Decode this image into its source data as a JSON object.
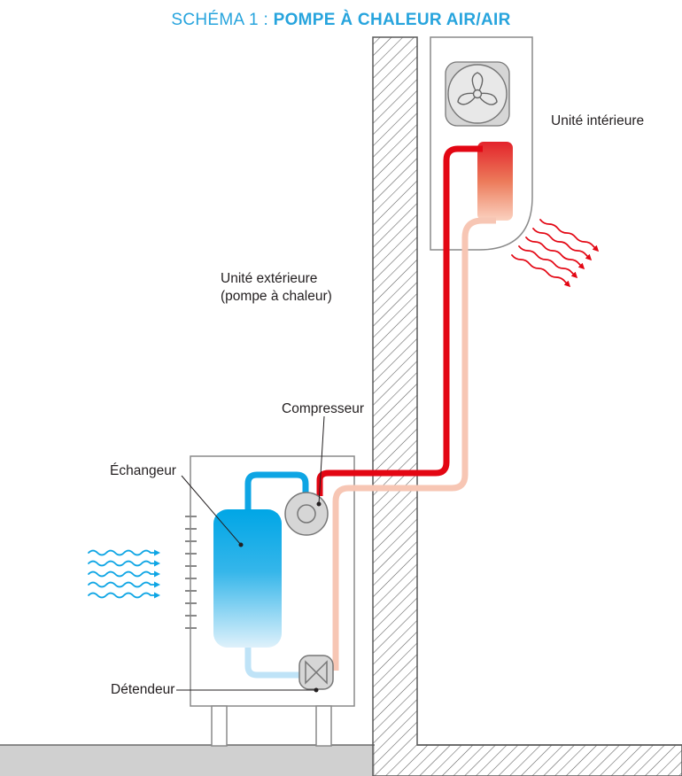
{
  "title": {
    "prefix": "SCHÉMA 1 : ",
    "main": "POMPE À CHALEUR AIR/AIR"
  },
  "labels": {
    "indoor_unit": "Unité intérieure",
    "outdoor_unit_line1": "Unité extérieure",
    "outdoor_unit_line2": "(pompe à chaleur)",
    "compressor": "Compresseur",
    "exchanger": "Échangeur",
    "expansion_valve": "Détendeur"
  },
  "colors": {
    "title": "#27a4dd",
    "hot_pipe": "#e30613",
    "warm_pipe": "#f7c6b4",
    "cold_pipe": "#0ea5e4",
    "cool_pipe": "#bfe3f7",
    "hot_air": "#e30613",
    "cold_air": "#0ea5e4",
    "component_gray": "#d9d9d9",
    "outline": "#555555"
  },
  "icons": [
    "fan-icon",
    "compressor-icon",
    "expansion-valve-icon"
  ]
}
